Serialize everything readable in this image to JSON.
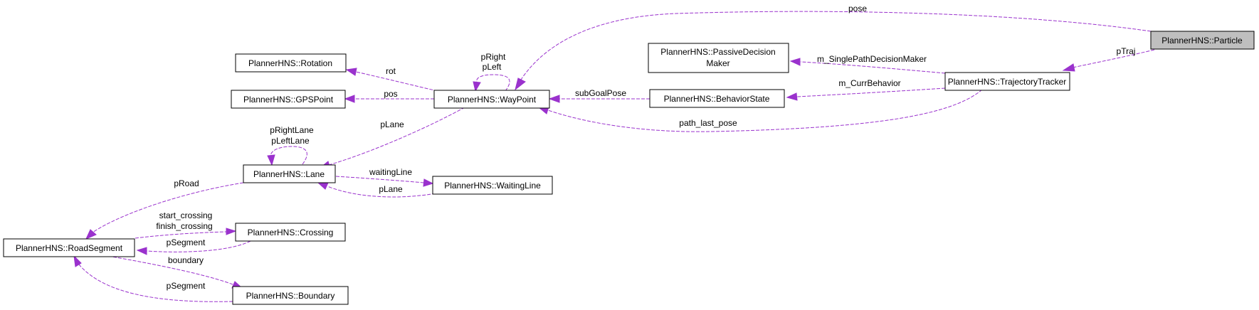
{
  "nodes": {
    "particle": "PlannerHNS::Particle",
    "trajectory_tracker": "PlannerHNS::TrajectoryTracker",
    "passive_decision_maker_1": "PlannerHNS::PassiveDecision",
    "passive_decision_maker_2": "Maker",
    "behavior_state": "PlannerHNS::BehaviorState",
    "waypoint": "PlannerHNS::WayPoint",
    "rotation": "PlannerHNS::Rotation",
    "gps_point": "PlannerHNS::GPSPoint",
    "lane": "PlannerHNS::Lane",
    "waiting_line": "PlannerHNS::WaitingLine",
    "road_segment": "PlannerHNS::RoadSegment",
    "crossing": "PlannerHNS::Crossing",
    "boundary": "PlannerHNS::Boundary"
  },
  "edges": {
    "pose": "pose",
    "ptraj": "pTraj",
    "single_path": "m_SinglePathDecisionMaker",
    "curr_behavior": "m_CurrBehavior",
    "subgoal": "subGoalPose",
    "path_last_pose": "path_last_pose",
    "rot": "rot",
    "pos": "pos",
    "pright": "pRight",
    "pleft": "pLeft",
    "plane_wp": "pLane",
    "pright_lane": "pRightLane",
    "pleft_lane": "pLeftLane",
    "waiting_line": "waitingLine",
    "plane_wl": "pLane",
    "proad": "pRoad",
    "start_crossing": "start_crossing",
    "finish_crossing": "finish_crossing",
    "psegment_c": "pSegment",
    "boundary": "boundary",
    "psegment_b": "pSegment"
  }
}
